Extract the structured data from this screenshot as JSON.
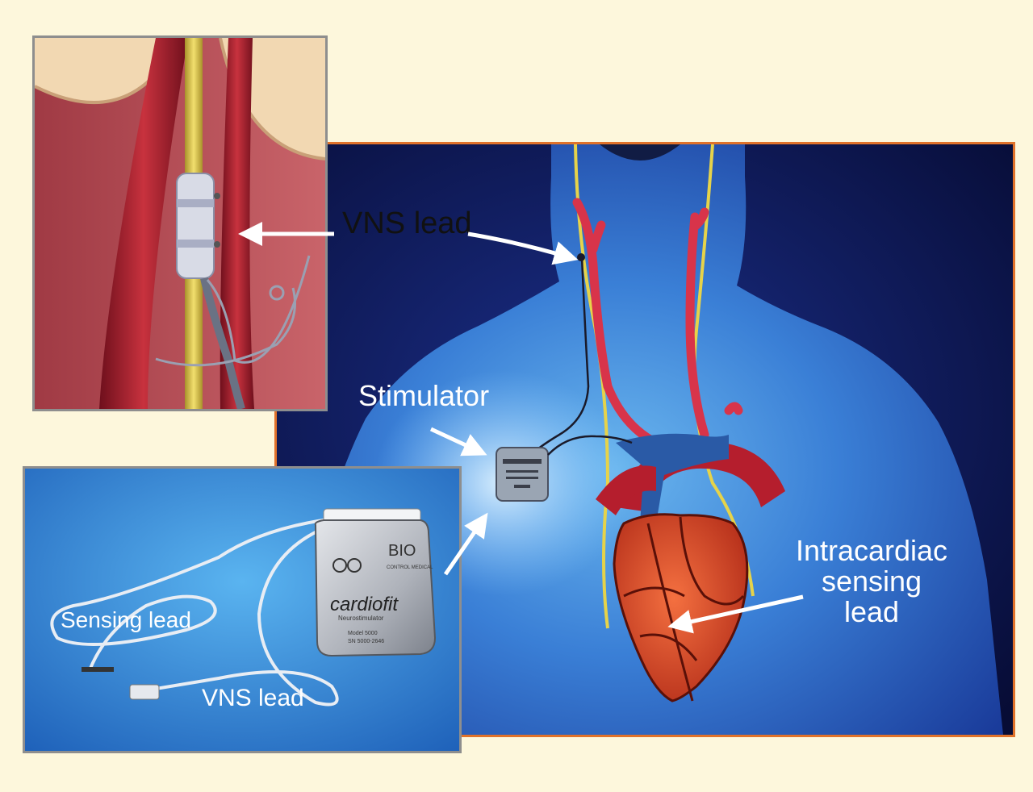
{
  "labels": {
    "vns_lead_top": "VNS lead",
    "stimulator": "Stimulator",
    "intracardiac": [
      "Intracardiac",
      "sensing",
      "lead"
    ],
    "sensing_lead": "Sensing lead",
    "vns_lead_bottom": "VNS lead"
  },
  "device_text": {
    "brand_top": "BIO",
    "brand_sub": "CONTROL MEDICAL",
    "product": "cardiofit",
    "product_sub": "Neurostimulator",
    "model": "Model 5000",
    "serial": "SN 5000-2646"
  },
  "colors": {
    "page_background": "#fdf7dc",
    "body_panel_border": "#e0722a",
    "body_blue": "#2d5cc0",
    "artery_red": "#d8344a",
    "nerve_yellow": "#e6d34a",
    "heart_orange": "#e0512a",
    "arrow_white": "#ffffff"
  }
}
